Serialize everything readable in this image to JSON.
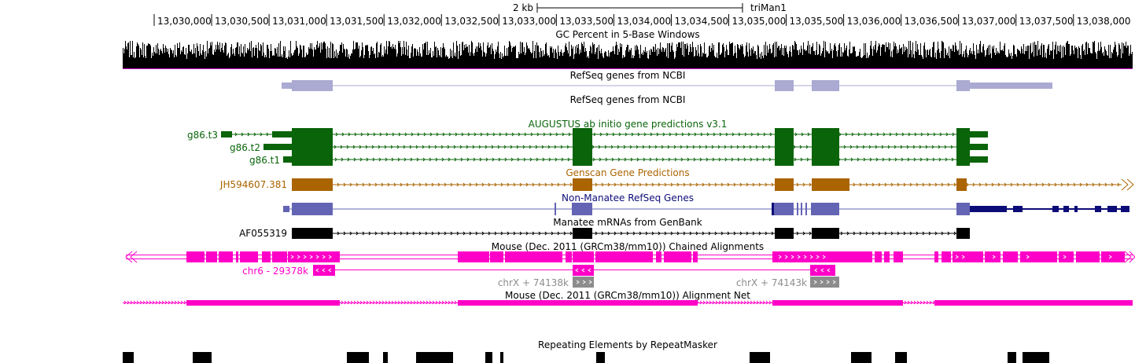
{
  "scale_bar": {
    "label": "2 kb",
    "assembly": "triMan1"
  },
  "ruler": {
    "ticks": [
      "13,030,000",
      "13,030,500",
      "13,031,000",
      "13,031,500",
      "13,032,000",
      "13,032,500",
      "13,033,000",
      "13,033,500",
      "13,034,000",
      "13,034,500",
      "13,035,000",
      "13,035,500",
      "13,036,000",
      "13,036,500",
      "13,037,000",
      "13,037,500",
      "13,038,000"
    ]
  },
  "colors": {
    "gc": "#000000",
    "refseq": "#aaaad2",
    "augustus": "#0a640a",
    "genscan": "#aa6400",
    "xeno_refseq": "#0c0c78",
    "xeno_refseq_light": "#6464b4",
    "mrna": "#000000",
    "chain": "#ff00c8",
    "chain_grey": "#8c8c8c",
    "repeat": "#000000"
  },
  "tracks": {
    "gc_percent": {
      "title": "GC Percent in 5-Base Windows"
    },
    "refseq": {
      "title": "RefSeq genes from NCBI",
      "title2": "RefSeq genes from NCBI"
    },
    "augustus": {
      "title": "AUGUSTUS ab initio gene predictions v3.1",
      "items": [
        "g86.t3",
        "g86.t2",
        "g86.t1"
      ]
    },
    "genscan": {
      "title": "Genscan Gene Predictions",
      "item": "JH594607.381"
    },
    "xeno_refseq": {
      "title": "Non-Manatee RefSeq Genes"
    },
    "mrna": {
      "title": "Manatee mRNAs from GenBank",
      "item": "AF055319"
    },
    "chain": {
      "title": "Mouse (Dec. 2011 (GRCm38/mm10)) Chained Alignments",
      "item": "chr6 - 29378k",
      "grey1": "chrX + 74138k",
      "grey2": "chrX + 74143k"
    },
    "net": {
      "title": "Mouse (Dec. 2011 (GRCm38/mm10)) Alignment Net"
    },
    "rmsk": {
      "title": "Repeating Elements by RepeatMasker"
    }
  }
}
